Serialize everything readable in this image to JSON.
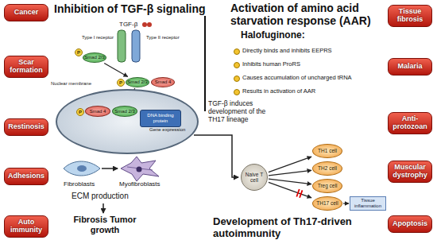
{
  "diagram": {
    "nodes": [
      {
        "text": [
          "Cancer"
        ]
      },
      {
        "text": [
          "Scar formation"
        ]
      },
      {
        "text": [
          "Restinosis"
        ]
      },
      {
        "text": [
          "Adhesions"
        ]
      },
      {
        "text": [
          "Auto immunity"
        ]
      },
      {
        "text": [
          "Tissue fibrosis"
        ]
      },
      {
        "text": [
          "Malaria"
        ]
      },
      {
        "text": [
          "Anti-protozoan"
        ]
      },
      {
        "text": [
          "Muscular dystrophy"
        ]
      },
      {
        "text": [
          "Apoptosis"
        ]
      },
      {
        "text": [
          "Smad 2/3"
        ]
      },
      {
        "text": [
          "P"
        ]
      },
      {
        "text": [
          "P"
        ]
      },
      {
        "text": [
          "Smad 2/3"
        ]
      },
      {
        "text": [
          "Smad 4"
        ]
      },
      {
        "text": [
          "Nuclear membrane"
        ]
      },
      {
        "text": [
          "P"
        ],
        "in": 15
      },
      {
        "text": [
          "Smad 4"
        ],
        "in": 15
      },
      {
        "text": [
          "Smad 2/3"
        ],
        "in": 15
      },
      {
        "text": [
          "DNA binding protein"
        ],
        "in": 15
      },
      {
        "text": [
          "Naive T cell"
        ]
      },
      {
        "text": [
          "TH1 cell"
        ]
      },
      {
        "text": [
          "TH2 cell"
        ]
      },
      {
        "text": [
          "Treg cell"
        ]
      },
      {
        "text": [
          "TH17 cell"
        ]
      },
      {
        "text": [
          "Tissue inflammation"
        ]
      }
    ],
    "edges": [
      {
        "from": 10,
        "to": 13,
        "arrow": "to"
      },
      {
        "from": 13,
        "to": 18,
        "arrow": "to"
      },
      {
        "from": 20,
        "to": 21,
        "arrow": "to"
      },
      {
        "from": 20,
        "to": 22,
        "arrow": "to"
      },
      {
        "from": 20,
        "to": 23,
        "arrow": "to"
      },
      {
        "from": 20,
        "to": 24,
        "arrow": "to"
      },
      {
        "from": 24,
        "to": 25,
        "arrow": "to"
      }
    ],
    "labels": [
      "Inhibition of TGF-β signaling",
      "Activation of amino acid starvation response (AAR)",
      "TGF-β",
      "Type I receptor",
      "Type II receptor",
      "Gene expression",
      "TGF-β induces development of the TH17 lineage",
      "Halofuginone:",
      "Directly binds and inhibits EEPRS",
      "Inhibits human ProRS",
      "Causes accumulation of uncharged tRNA",
      "Results in activation of AAR",
      "Fibroblasts",
      "Myofibroblasts",
      "ECM production",
      "Fibrosis Tumor growth",
      "Development of Th17-driven autoimmunity"
    ]
  }
}
